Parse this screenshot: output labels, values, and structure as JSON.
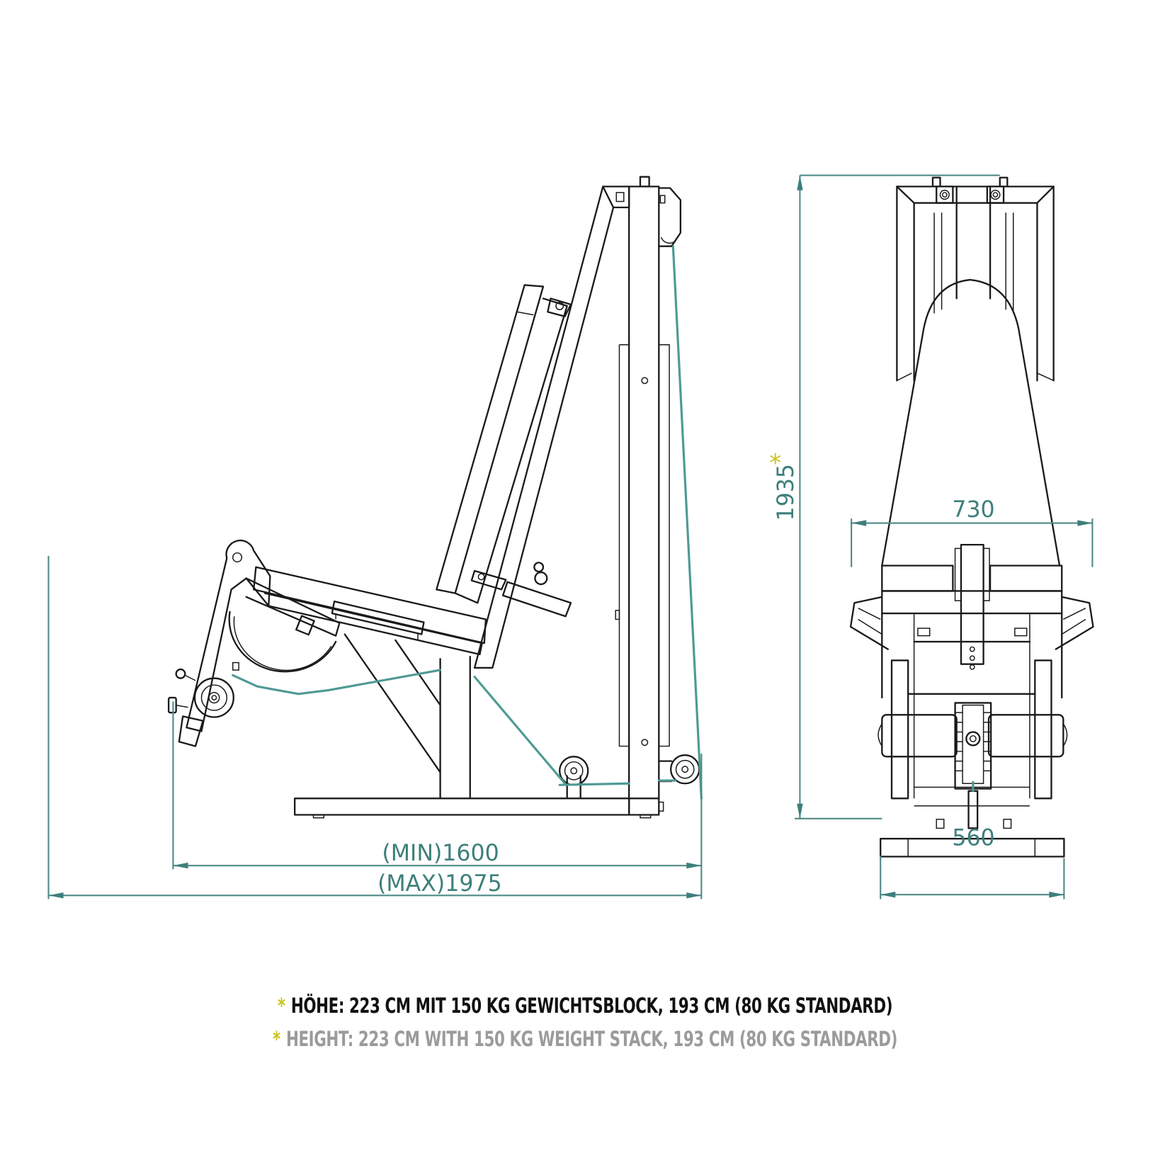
{
  "diagram": {
    "title": "Leg curl / leg extension machine — technical dimension drawing",
    "views": [
      "side-view",
      "front-view"
    ],
    "colors": {
      "line": "#1a1a1a",
      "cable": "#4e9a94",
      "dimension": "#3d7f7b",
      "asterisk": "#c9c31e",
      "note_primary": "#111111",
      "note_secondary": "#9b9b9b"
    },
    "dimensions": {
      "length_min_label": "(MIN)1600",
      "length_max_label": "(MAX)1975",
      "height_label": "1935",
      "height_marker": "*",
      "width_top_label": "730",
      "width_base_label": "560"
    },
    "units": "mm"
  },
  "notes": {
    "asterisk": "*",
    "german": "HÖHE: 223 CM MIT 150 KG GEWICHTSBLOCK, 193 CM (80 KG STANDARD)",
    "english": "HEIGHT: 223 CM WITH 150 KG WEIGHT STACK, 193 CM (80 KG STANDARD)"
  }
}
